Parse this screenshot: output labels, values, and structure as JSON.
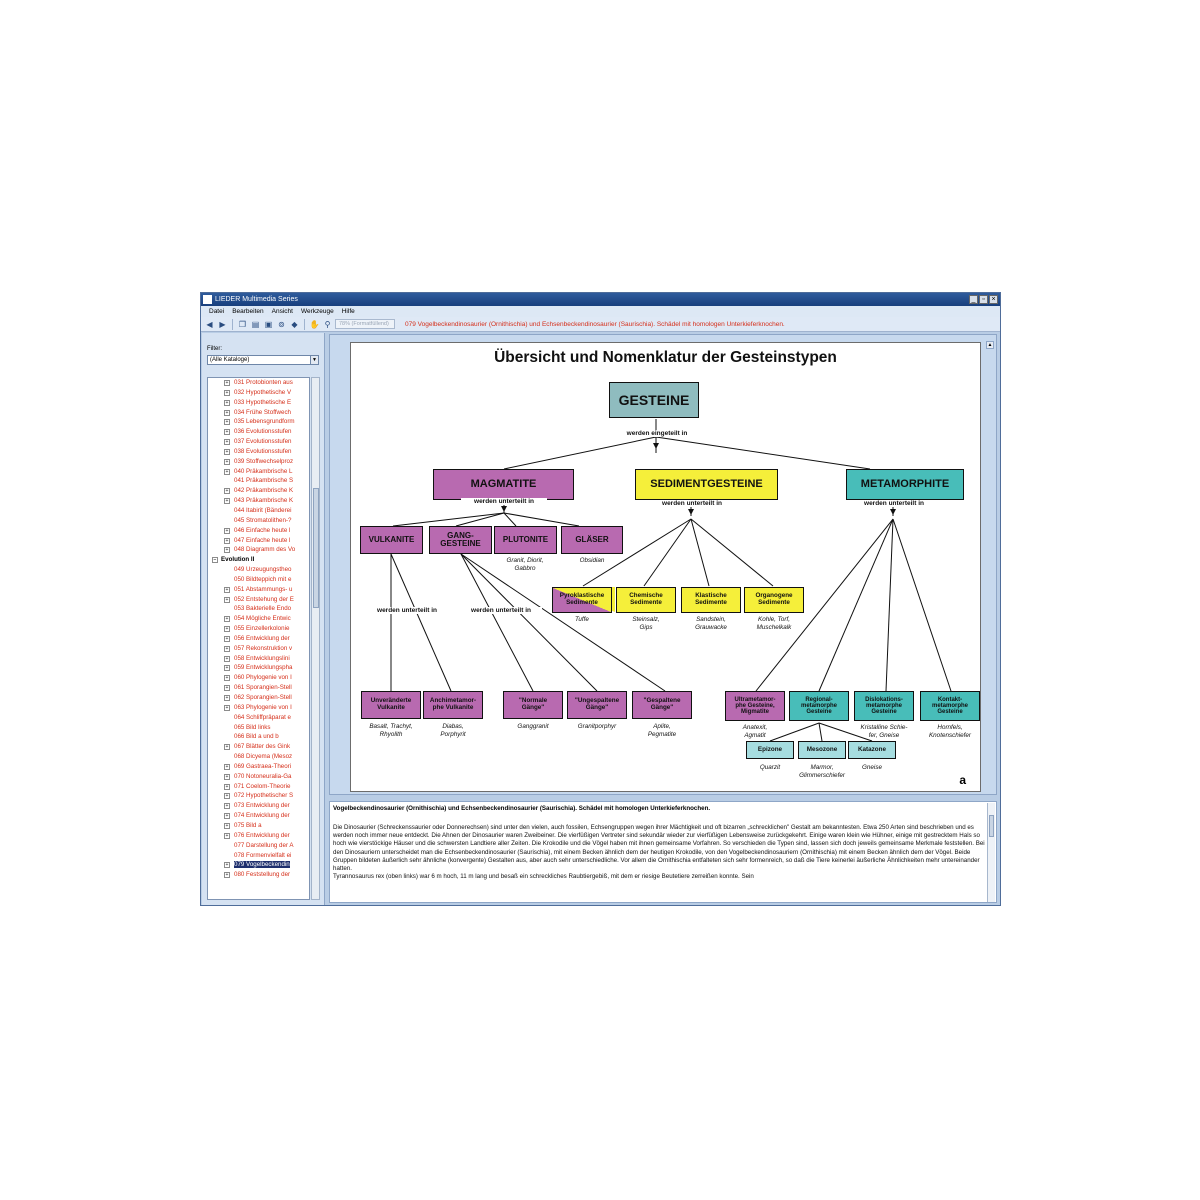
{
  "window": {
    "title": "LIEDER Multimedia Series",
    "controls": [
      "_",
      "▫",
      "×"
    ]
  },
  "menu": [
    "Datei",
    "Bearbeiten",
    "Ansicht",
    "Werkzeuge",
    "Hilfe"
  ],
  "toolbar": {
    "zoom": "78% (Formatfüllend)",
    "caption": "079 Vogelbeckendinosaurier (Ornithischia) und Echsenbeckendinosaurier (Saurischia). Schädel mit homologen Unterkieferknochen."
  },
  "sidebar": {
    "filter_label": "Filter:",
    "filter_value": "(Alle Kataloge)",
    "items": [
      {
        "label": "031 Protobionten aus",
        "type": "item"
      },
      {
        "label": "032 Hypothetische V",
        "type": "item"
      },
      {
        "label": "033 Hypothetische E",
        "type": "item"
      },
      {
        "label": "034 Frühe Stoffwech",
        "type": "item"
      },
      {
        "label": "035 Lebensgrundform",
        "type": "item"
      },
      {
        "label": "036 Evolutionsstufen",
        "type": "item"
      },
      {
        "label": "037 Evolutionsstufen",
        "type": "item"
      },
      {
        "label": "038 Evolutionsstufen",
        "type": "item"
      },
      {
        "label": "039 Stoffwechselproz",
        "type": "item"
      },
      {
        "label": "040 Präkambrische L",
        "type": "item"
      },
      {
        "label": "041 Präkambrische S",
        "type": "leaf"
      },
      {
        "label": "042 Präkambrische K",
        "type": "item"
      },
      {
        "label": "043 Präkambrische K",
        "type": "item"
      },
      {
        "label": "044 Itabirit (Bänderei",
        "type": "leaf"
      },
      {
        "label": "045 Stromatolithen-?",
        "type": "leaf"
      },
      {
        "label": "046 Einfache heute l",
        "type": "item"
      },
      {
        "label": "047 Einfache heute l",
        "type": "item"
      },
      {
        "label": "048 Diagramm des Vo",
        "type": "item"
      },
      {
        "label": "Evolution II",
        "type": "group"
      },
      {
        "label": "049 Urzeugungstheo",
        "type": "leaf"
      },
      {
        "label": "050 Bildteppich mit e",
        "type": "leaf"
      },
      {
        "label": "051 Abstammungs- u",
        "type": "item"
      },
      {
        "label": "052 Entstehung der E",
        "type": "item"
      },
      {
        "label": "053 Bakterielle Endo",
        "type": "leaf"
      },
      {
        "label": "054 Mögliche Entwic",
        "type": "item"
      },
      {
        "label": "055 Einzellerkolonie",
        "type": "item"
      },
      {
        "label": "056 Entwicklung der",
        "type": "item"
      },
      {
        "label": "057 Rekonstruktion v",
        "type": "item"
      },
      {
        "label": "058 Entwicklungslini",
        "type": "item"
      },
      {
        "label": "059 Entwicklungspha",
        "type": "item"
      },
      {
        "label": "060 Phylogenie von I",
        "type": "item"
      },
      {
        "label": "061 Sporangien-Stell",
        "type": "item"
      },
      {
        "label": "062 Sporangien-Stell",
        "type": "item"
      },
      {
        "label": "063 Phylogenie von I",
        "type": "item"
      },
      {
        "label": "064 Schliffpräparat e",
        "type": "leaf"
      },
      {
        "label": "065 Bild links",
        "type": "leaf"
      },
      {
        "label": "066 Bild a und b",
        "type": "leaf"
      },
      {
        "label": "067 Blätter des Gink",
        "type": "item"
      },
      {
        "label": "068 Dicyema (Mesoz",
        "type": "leaf"
      },
      {
        "label": "069 Gastraea-Theori",
        "type": "item"
      },
      {
        "label": "070 Notoneuralia-Ga",
        "type": "item"
      },
      {
        "label": "071 Coelom-Theorie",
        "type": "item"
      },
      {
        "label": "072 Hypothetischer S",
        "type": "item"
      },
      {
        "label": "073 Entwicklung der",
        "type": "item"
      },
      {
        "label": "074 Entwicklung der",
        "type": "item"
      },
      {
        "label": "075 Bild a",
        "type": "item"
      },
      {
        "label": "076 Entwicklung der",
        "type": "item"
      },
      {
        "label": "077 Darstellung der A",
        "type": "leaf"
      },
      {
        "label": "078 Formenvielfalt ei",
        "type": "leaf"
      },
      {
        "label": "079 Vogelbeckendin",
        "type": "selected"
      },
      {
        "label": "080 Feststellung der",
        "type": "item"
      }
    ]
  },
  "diagram": {
    "title": "Übersicht und Nomenklatur der Gesteinstypen",
    "root": "GESTEINE",
    "root_link": "werden eingeteilt in",
    "classes": [
      "MAGMATITE",
      "SEDIMENTGESTEINE",
      "METAMORPHITE"
    ],
    "sub_link": "werden unterteilt in",
    "magmatite_children": [
      "VULKANITE",
      "GANG-\nGESTEINE",
      "PLUTONITE",
      "GLÄSER"
    ],
    "plutonite_caption": "Granit, Diorit,\nGabbro",
    "glaeser_caption": "Obsidian",
    "sediment_children": [
      {
        "label": "Pyroklastische\nSedimente",
        "caption": "Tuffe"
      },
      {
        "label": "Chemische\nSedimente",
        "caption": "Steinsalz,\nGips"
      },
      {
        "label": "Klastische\nSedimente",
        "caption": "Sandstein,\nGrauwacke"
      },
      {
        "label": "Organogene\nSedimente",
        "caption": "Kohle, Torf,\nMuschelkalk"
      }
    ],
    "volcanic_children": [
      {
        "label": "Unveränderte\nVulkanite",
        "caption": "Basalt, Trachyt,\nRhyolith"
      },
      {
        "label": "Anchimetamor-\nphe Vulkanite",
        "caption": "Diabas,\nPorphyrit"
      }
    ],
    "gang_children": [
      {
        "label": "\"Normale\nGänge\"",
        "caption": "Ganggranit"
      },
      {
        "label": "\"Ungespaltene\nGänge\"",
        "caption": "Granitporphyr"
      },
      {
        "label": "\"Gespaltene\nGänge\"",
        "caption": "Aplite,\nPegmatite"
      }
    ],
    "meta_children": [
      {
        "label": "Ultrametamor-\nphe Gesteine,\nMigmatite",
        "caption": "Anatexit,\nAgmatit"
      },
      {
        "label": "Regional-\nmetamorphe\nGesteine",
        "caption": ""
      },
      {
        "label": "Dislokations-\nmetamorphe\nGesteine",
        "caption": "Kristalline Schie-\nfer, Gneise"
      },
      {
        "label": "Kontakt-\nmetamorphe\nGesteine",
        "caption": "Hornfels,\nKnotenschiefer"
      }
    ],
    "zones": [
      {
        "label": "Epizone",
        "caption": "Quarzit"
      },
      {
        "label": "Mesozone",
        "caption": "Marmor,\nGlimmerschiefer"
      },
      {
        "label": "Katazone",
        "caption": "Gneise"
      }
    ],
    "corner": "a",
    "colors": {
      "root": "#8fbcbf",
      "magmatite": "#b86ab0",
      "sediment": "#f5ef3a",
      "meta": "#48bdb9",
      "zone": "#a6dde0"
    }
  },
  "textpane": {
    "heading": "Vogelbeckendinosaurier (Ornithischia) und Echsenbeckendinosaurier (Saurischia). Schädel mit homologen Unterkieferknochen.",
    "paragraph": "Die Dinosaurier (Schreckenssaurier oder Donnerechsen) sind unter den vielen, auch fossilen, Echsengruppen wegen ihrer Mächtigkeit und oft bizarren „schrecklichen\" Gestalt am bekanntesten. Etwa 250 Arten sind beschrieben und es werden noch immer neue entdeckt. Die Ahnen der Dinosaurier waren Zweibeiner. Die vierfüßigen Vertreter sind sekundär wieder zur vierfüßigen Lebensweise zurückgekehrt. Einige waren klein wie Hühner, einige mit gestrecktem Hals so hoch wie vierstöckige Häuser und die schwersten Landtiere aller Zeiten. Die Krokodile und die Vögel haben mit ihnen gemeinsame Vorfahren. So verschieden die Typen sind, lassen sich doch jeweils gemeinsame Merkmale feststellen. Bei den Dinosauriern unterscheidet man die Echsenbeckendinosaurier (Saurischia), mit einem Becken ähnlich dem der heutigen Krokodile, von den Vogelbeckendinosauriern (Ornithischia) mit einem Becken ähnlich dem der Vögel. Beide Gruppen bildeten äußerlich sehr ähnliche (konvergente) Gestalten aus, aber auch sehr unterschiedliche. Vor allem die Ornithischia entfalteten sich sehr formenreich, so daß die Tiere keinerlei äußerliche Ähnlichkeiten mehr untereinander hatten.",
    "last_line": "Tyrannosaurus rex (oben links) war 6 m hoch, 11 m lang und besaß ein schreckliches Raubtiergebiß, mit dem er riesige Beutetiere zerreißen konnte. Sein"
  }
}
